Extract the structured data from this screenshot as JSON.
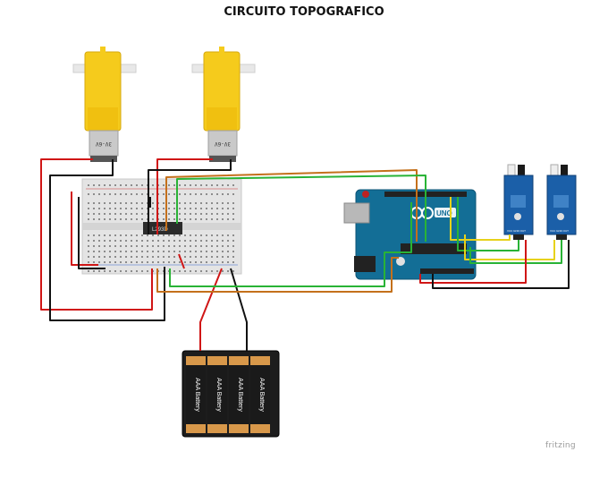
{
  "title": "CIRCUITO TOPOGRAFICO",
  "brand": "fritzing",
  "colors": {
    "wire_red": "#d01616",
    "wire_black": "#111111",
    "wire_green": "#29b336",
    "wire_orange": "#c4701b",
    "wire_yellow": "#e7d21b",
    "arduino_board": "#136e96",
    "motor_body": "#f5cb1c",
    "sensor_board": "#1b5fa8",
    "breadboard": "#e4e4e4"
  },
  "motors": [
    {
      "label": "3V-6V"
    },
    {
      "label": "3V-6V"
    }
  ],
  "driver": {
    "label": "L293D"
  },
  "arduino": {
    "logo_text": "UNO"
  },
  "battery": {
    "cell_label": "AAA Battery",
    "cells": 4
  },
  "sensors": [
    {
      "pins_label": "VCC GND OUT"
    },
    {
      "pins_label": "VCC GND OUT"
    }
  ]
}
